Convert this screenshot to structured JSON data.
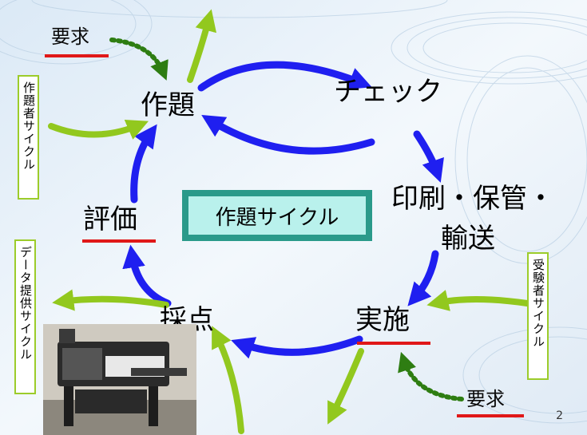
{
  "slide": {
    "nodes": {
      "sakudai": "作題",
      "check": "チェック",
      "insatsu_line1": "印刷・保管・",
      "insatsu_line2": "輸送",
      "jisshi": "実施",
      "saiten": "採点",
      "hyoka": "評価"
    },
    "center_label": "作題サイクル",
    "request_top": "要求",
    "request_bottom": "要求",
    "side_labels": {
      "setter_cycle": "作題者サイクル",
      "data_cycle": "データ提供サイクル",
      "examinee_cycle": "受験者サイクル"
    },
    "page_number": "2"
  },
  "colors": {
    "cycle_arrow": "#1f1ff0",
    "external_arrow": "#92c81e",
    "request_arrow": "#2e7d12",
    "underline": "#e01818",
    "center_border": "#2a9a8a",
    "center_fill": "#b9f1ec"
  }
}
